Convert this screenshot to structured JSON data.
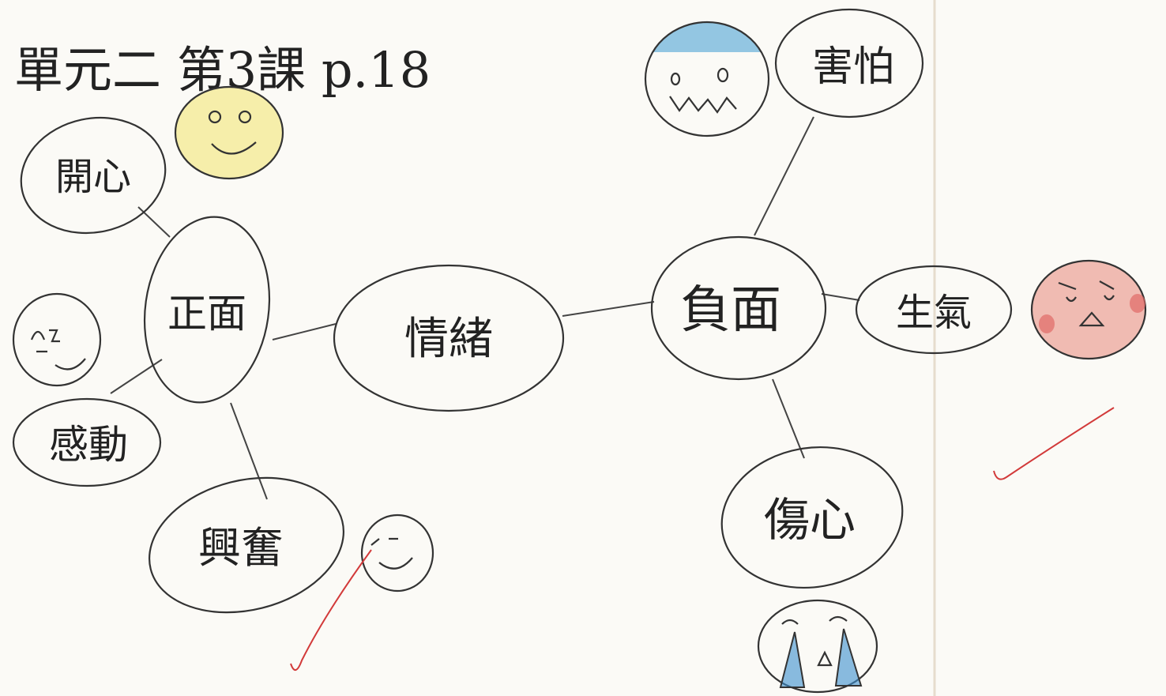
{
  "title": "單元二 第3課 p.18",
  "center": {
    "label": "情緒"
  },
  "positive": {
    "label": "正面",
    "items": [
      {
        "label": "開心"
      },
      {
        "label": "感動"
      },
      {
        "label": "興奮"
      }
    ]
  },
  "negative": {
    "label": "負面",
    "items": [
      {
        "label": "害怕"
      },
      {
        "label": "生氣"
      },
      {
        "label": "傷心"
      }
    ]
  },
  "colors": {
    "ink": "#333333",
    "check": "#d23a3a",
    "happy_face": "#f2e36b",
    "scared_face": "#4fa3d6",
    "angry_face": "#e8877a",
    "tears": "#3c8fcf",
    "page_divider": "#e6dccd"
  },
  "icons": [
    "smiley-face-icon",
    "scared-face-icon",
    "angry-face-icon",
    "crying-face-icon",
    "grin-face-icon",
    "check-mark-icon"
  ]
}
